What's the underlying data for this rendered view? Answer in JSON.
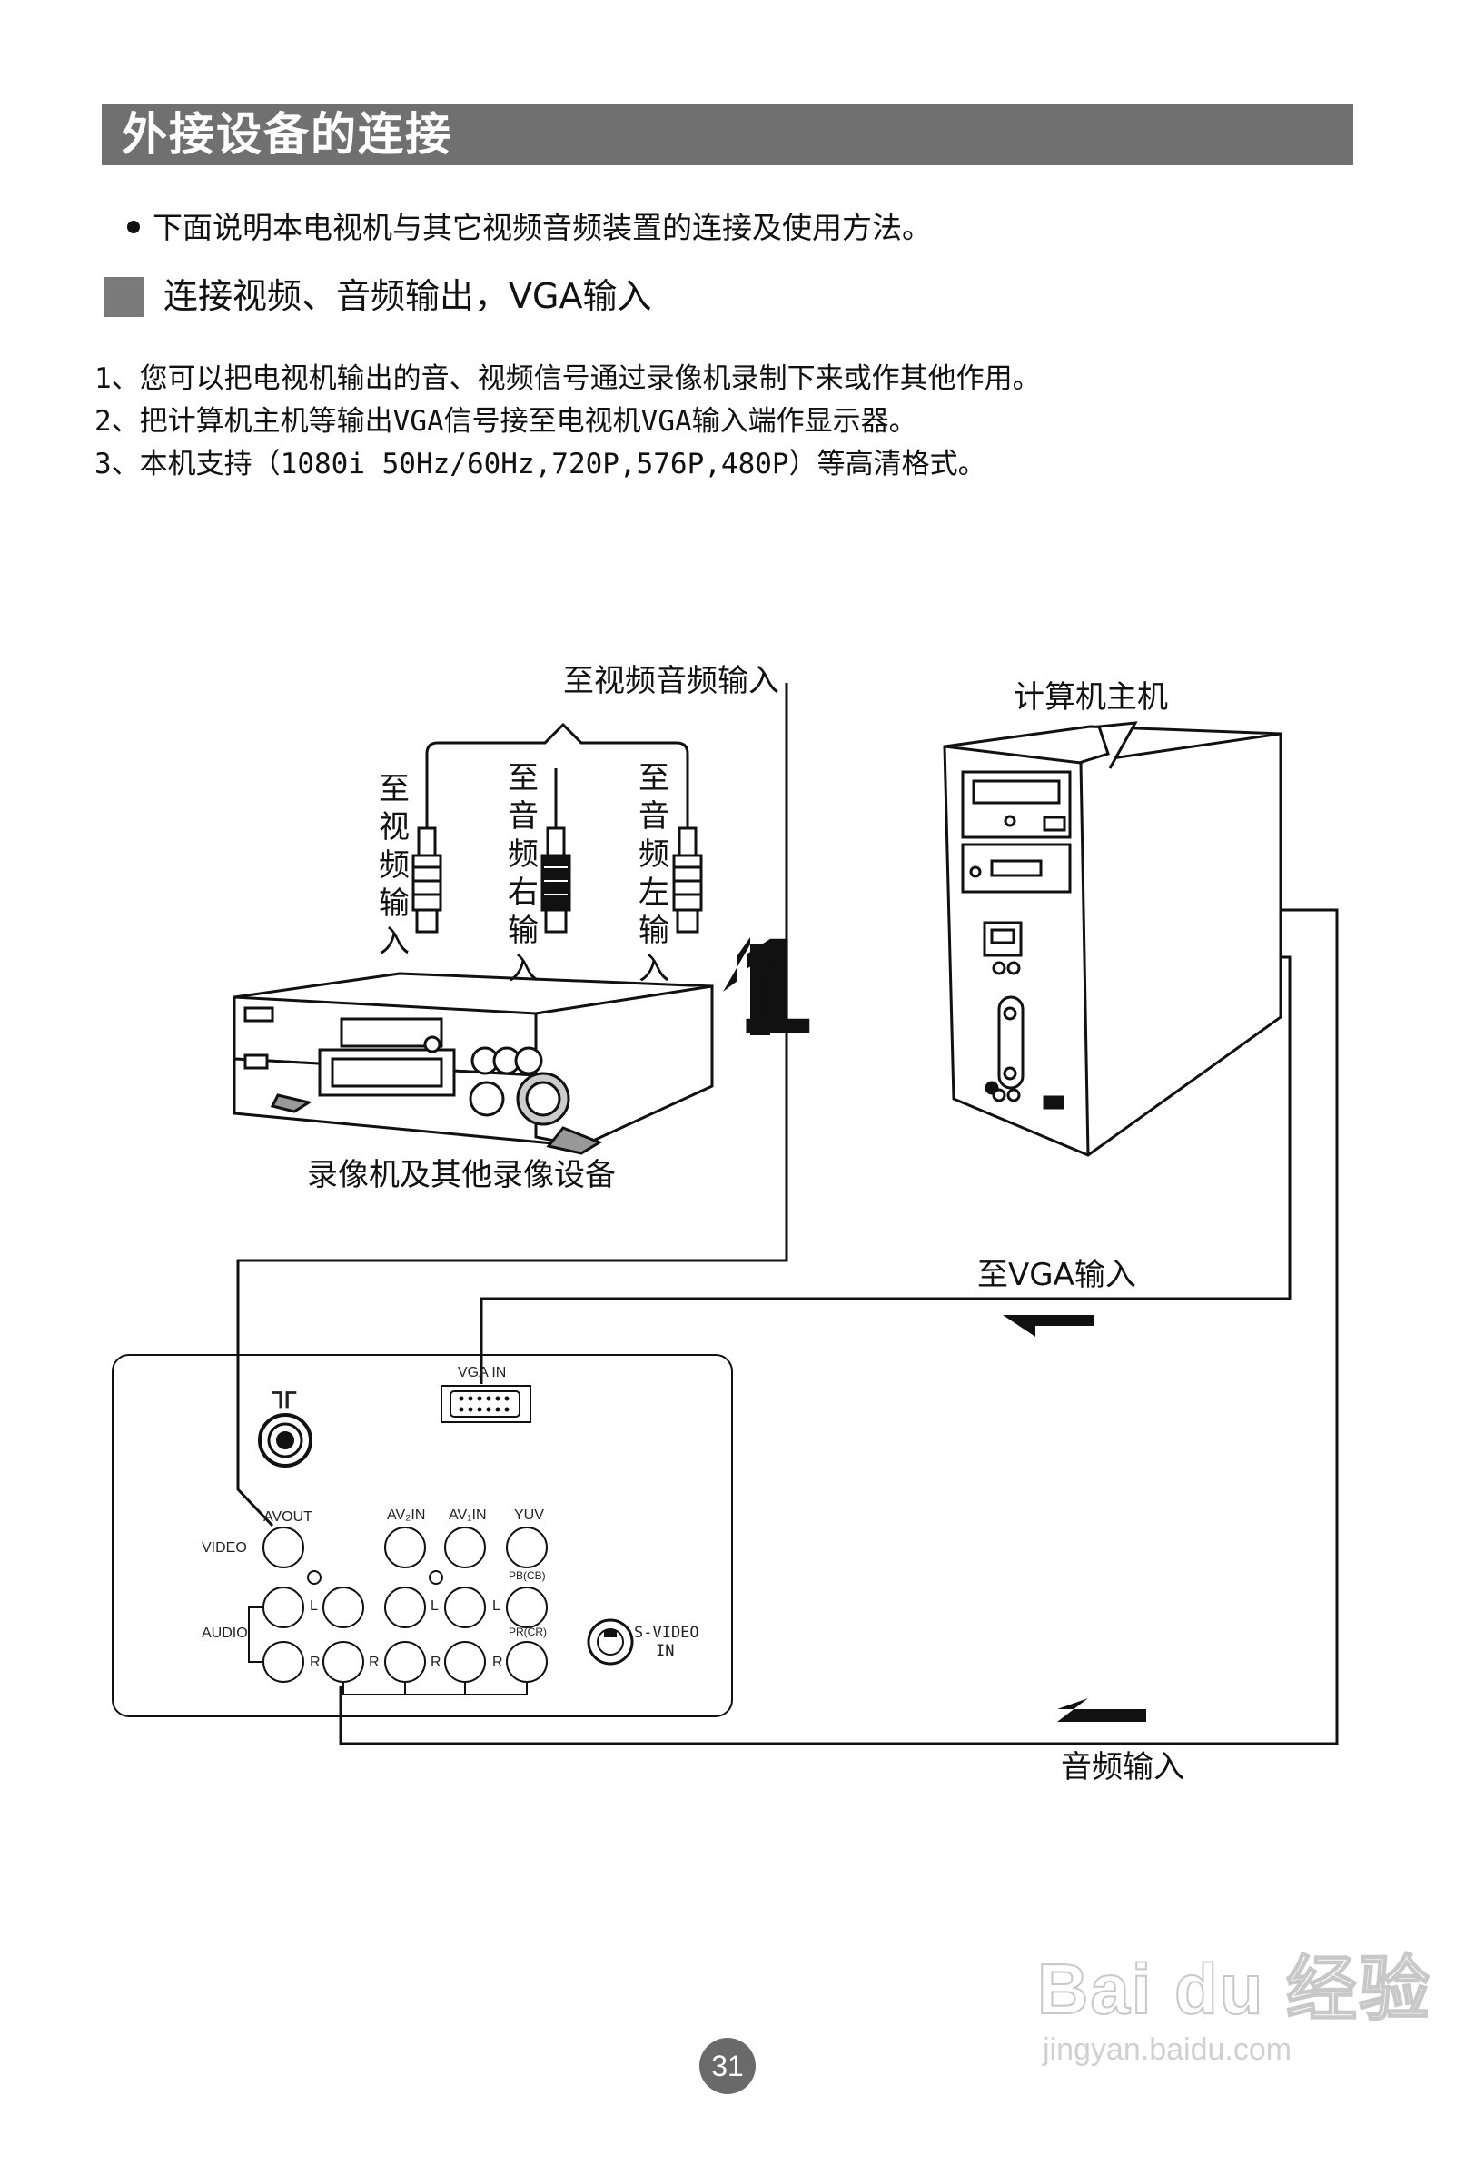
{
  "header": {
    "title": "外接设备的连接"
  },
  "intro": {
    "text": "下面说明本电视机与其它视频音频装置的连接及使用方法。"
  },
  "section": {
    "title": "连接视频、音频输出，VGA输入"
  },
  "steps": [
    "1、您可以把电视机输出的音、视频信号通过录像机录制下来或作其他作用。",
    "2、把计算机主机等输出VGA信号接至电视机VGA输入端作显示器。",
    "3、本机支持（1080i 50Hz/60Hz,720P,576P,480P）等高清格式。"
  ],
  "diagram": {
    "av_input_label": "至视频音频输入",
    "computer_label": "计算机主机",
    "plug_video": "至视频输入",
    "plug_right": "至音频右输入",
    "plug_left": "至音频左输入",
    "step_number": "1",
    "vcr_label": "录像机及其他录像设备",
    "vga_label": "至VGA输入",
    "audio_label": "音频输入",
    "panel": {
      "vga_in": "VGA IN",
      "antenna": "ᒣᒥ",
      "avout": "AVOUT",
      "av2in": "AV₂IN",
      "av1in": "AV₁IN",
      "yuv": "YUV",
      "video": "VIDEO",
      "audio": "AUDIO",
      "pb": "PB(CB)",
      "pr": "PR(CR)",
      "l": "L",
      "r": "R",
      "svideo_1": "S-VIDEO",
      "svideo_2": "IN"
    }
  },
  "footer": {
    "page_number": "31"
  },
  "watermark": {
    "main": "Bai du 经验",
    "sub": "jingyan.baidu.com"
  },
  "colors": {
    "title_bar": "#707070",
    "line": "#111111",
    "badge": "#6a6a6a"
  }
}
